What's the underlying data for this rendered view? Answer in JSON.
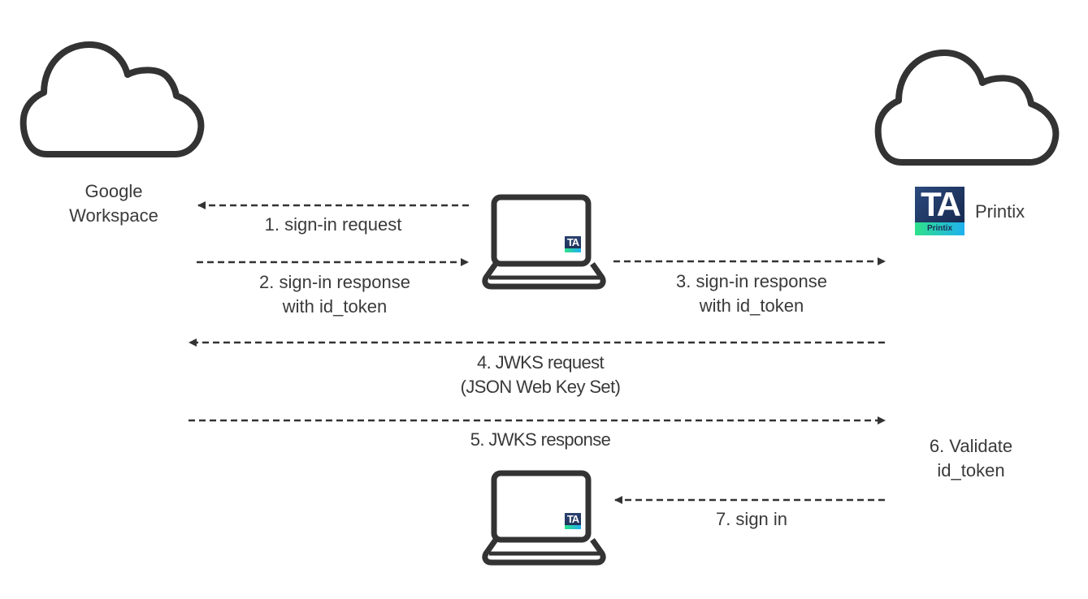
{
  "entities": {
    "google": {
      "line1": "Google",
      "line2": "Workspace"
    },
    "printix": {
      "label": "Printix",
      "logo_text": "TA",
      "logo_subtext": "Printix"
    },
    "laptop_badge": "TA"
  },
  "steps": [
    {
      "id": 1,
      "line1": "1. sign-in request",
      "line2": ""
    },
    {
      "id": 2,
      "line1": "2. sign-in response",
      "line2": "with id_token"
    },
    {
      "id": 3,
      "line1": "3. sign-in response",
      "line2": "with id_token"
    },
    {
      "id": 4,
      "line1": "4. JWKS request",
      "line2": "(JSON Web Key Set)"
    },
    {
      "id": 5,
      "line1": "5. JWKS response",
      "line2": ""
    },
    {
      "id": 6,
      "line1": "6. Validate",
      "line2": "id_token"
    },
    {
      "id": 7,
      "line1": "7. sign in",
      "line2": ""
    }
  ],
  "colors": {
    "stroke": "#333333",
    "logo_dark": "#1b2f55",
    "logo_green": "#2fe08a",
    "logo_blue": "#1fb0f0"
  }
}
